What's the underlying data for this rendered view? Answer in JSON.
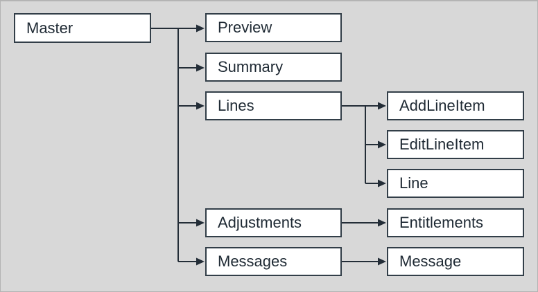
{
  "diagram": {
    "type": "hierarchy-flow-diagram",
    "background_color": "#d8d8d8",
    "box_fill": "#ffffff",
    "box_border_color": "#323e48",
    "connector_color": "#232d37",
    "text_color": "#1e2933",
    "nodes": {
      "master": {
        "label": "Master"
      },
      "preview": {
        "label": "Preview"
      },
      "summary": {
        "label": "Summary"
      },
      "lines": {
        "label": "Lines"
      },
      "addlineitem": {
        "label": "AddLineItem"
      },
      "editlineitem": {
        "label": "EditLineItem"
      },
      "line": {
        "label": "Line"
      },
      "adjustments": {
        "label": "Adjustments"
      },
      "entitlements": {
        "label": "Entitlements"
      },
      "messages": {
        "label": "Messages"
      },
      "message": {
        "label": "Message"
      }
    },
    "edges": [
      {
        "from": "Master",
        "to": "Preview"
      },
      {
        "from": "Master",
        "to": "Summary"
      },
      {
        "from": "Master",
        "to": "Lines"
      },
      {
        "from": "Master",
        "to": "Adjustments"
      },
      {
        "from": "Master",
        "to": "Messages"
      },
      {
        "from": "Lines",
        "to": "AddLineItem"
      },
      {
        "from": "Lines",
        "to": "EditLineItem"
      },
      {
        "from": "Lines",
        "to": "Line"
      },
      {
        "from": "Adjustments",
        "to": "Entitlements"
      },
      {
        "from": "Messages",
        "to": "Message"
      }
    ]
  }
}
